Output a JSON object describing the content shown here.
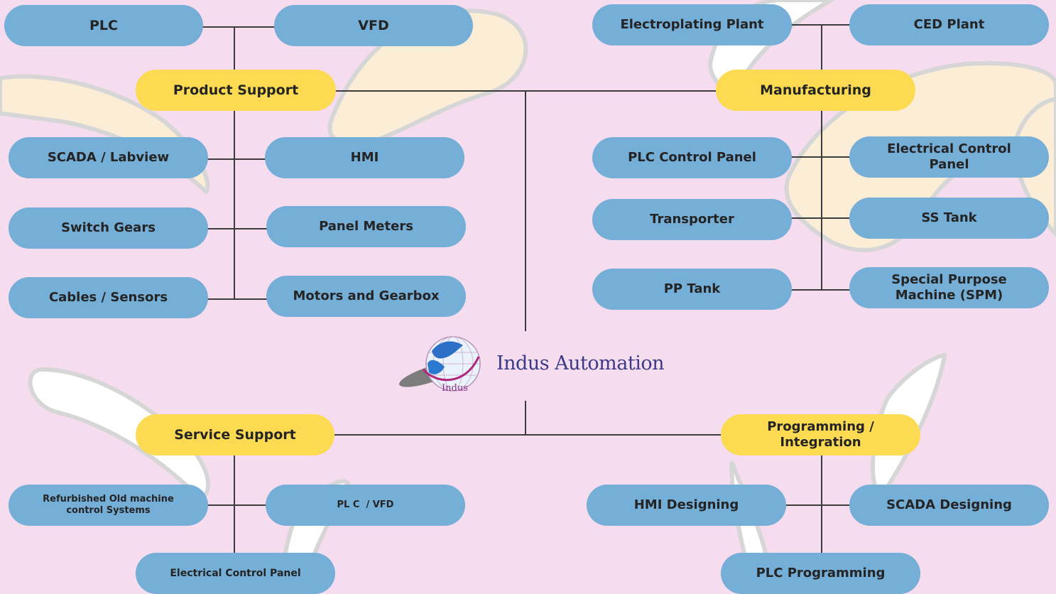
{
  "brand": {
    "name": "Indus Automation",
    "logo_text": "Indus"
  },
  "colors": {
    "background": "#f6dcef",
    "pill_blue": "#75aed6",
    "pill_yellow": "#fcdb53",
    "line": "#3c3c3c"
  },
  "categories": {
    "product_support": "Product Support",
    "manufacturing": "Manufacturing",
    "service_support": "Service Support",
    "programming_integration": "Programming / Integration"
  },
  "product_support_items": {
    "plc": "PLC",
    "vfd": "VFD",
    "scada_labview": "SCADA / Labview",
    "hmi": "HMI",
    "switch_gears": "Switch Gears",
    "panel_meters": "Panel Meters",
    "cables_sensors": "Cables / Sensors",
    "motors_gearbox": "Motors and Gearbox"
  },
  "manufacturing_items": {
    "electroplating_plant": "Electroplating Plant",
    "ced_plant": "CED Plant",
    "plc_control_panel": "PLC Control Panel",
    "electrical_control_panel": "Electrical Control Panel",
    "transporter": "Transporter",
    "ss_tank": "SS Tank",
    "pp_tank": "PP Tank",
    "spm": "Special Purpose Machine (SPM)"
  },
  "service_support_items": {
    "refurbished": "Refurbished Old machine control Systems",
    "plc_vfd": "PL C  / VFD",
    "electrical_control_panel": "Electrical Control Panel"
  },
  "programming_items": {
    "hmi_designing": "HMI Designing",
    "scada_designing": "SCADA Designing",
    "plc_programming": "PLC Programming"
  }
}
